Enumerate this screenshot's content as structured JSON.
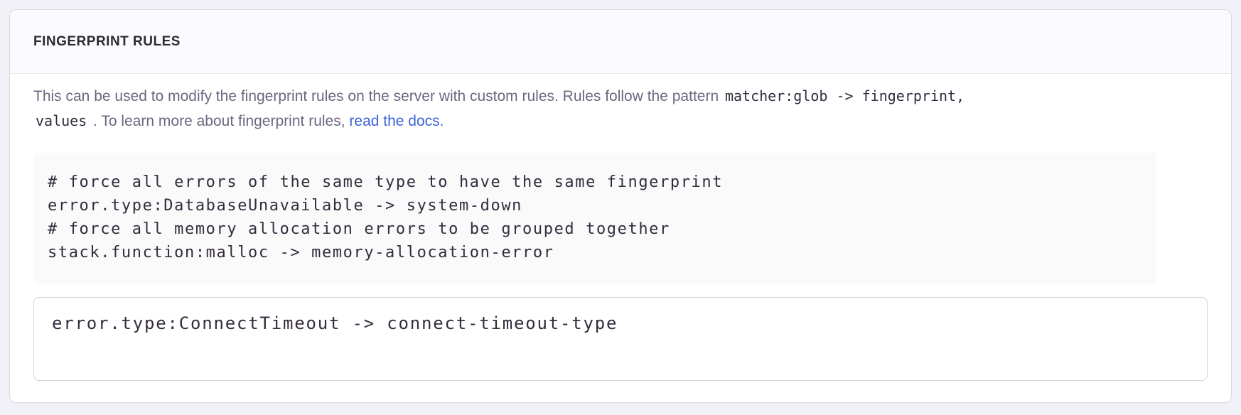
{
  "panel": {
    "title": "FINGERPRINT RULES",
    "description": {
      "line1_text": "This can be used to modify the fingerprint rules on the server with custom rules. Rules follow the pattern ",
      "line1_code": "matcher:glob -> fingerprint,",
      "line2_code": "values",
      "line2_text": " . To learn more about fingerprint rules, ",
      "link_label": "read the docs."
    },
    "example_code": "# force all errors of the same type to have the same fingerprint\nerror.type:DatabaseUnavailable -> system-down\n# force all memory allocation errors to be grouped together\nstack.function:malloc -> memory-allocation-error",
    "input": {
      "value": "error.type:ConnectTimeout -> connect-timeout-type"
    },
    "colors": {
      "page_background": "#F2F1F7",
      "panel_background": "#FFFFFF",
      "panel_border": "#DCD8E2",
      "header_background": "#FBFAFC",
      "title_text": "#2F2936",
      "body_text": "#6D6680",
      "code_text": "#342C3D",
      "code_block_background": "#FAFAFB",
      "link": "#3C63D8",
      "input_border": "#D3CEDA"
    }
  }
}
